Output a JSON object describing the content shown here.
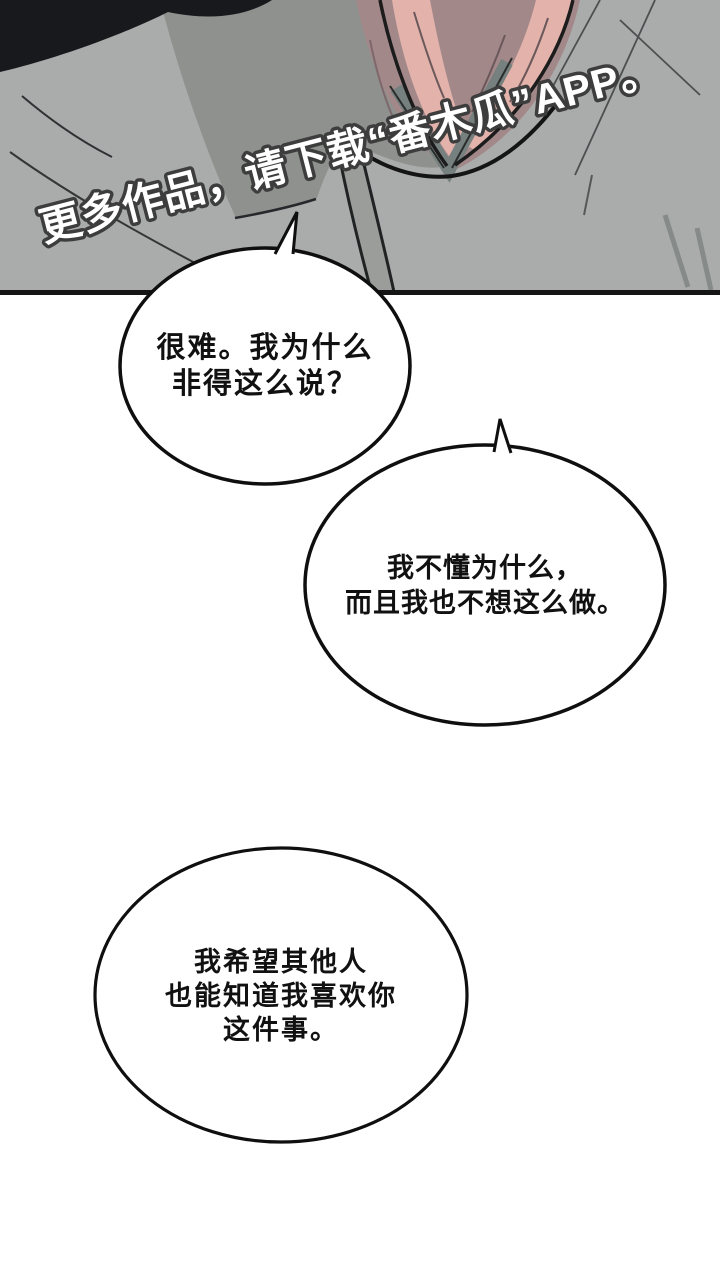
{
  "page": {
    "width": "720",
    "height": "1271",
    "background": "#ffffff"
  },
  "panel": {
    "border_color": "#151515",
    "palette": {
      "shirt": "#aaacab",
      "shirt_shadow": "#8e918e",
      "fold_strip": "#9a9d9a",
      "hair": "#17191d",
      "skin": "#e2b2ab",
      "skin_shadow": "#a3888a",
      "collar": "#76817f",
      "outline": "#1c1c1c"
    }
  },
  "watermark": {
    "text": "更多作品，请下载“番木瓜”APP。",
    "fill": "#ffffff",
    "outline": "#3d3d3d"
  },
  "bubbles": [
    {
      "name": "speech-bubble-1",
      "lines": [
        "很难。我为什么",
        "非得这么说？"
      ]
    },
    {
      "name": "speech-bubble-2",
      "lines": [
        "我不懂为什么，",
        "而且我也不想这么做。"
      ]
    },
    {
      "name": "speech-bubble-3",
      "lines": [
        "我希望其他人",
        "也能知道我喜欢你",
        "这件事。"
      ]
    }
  ]
}
